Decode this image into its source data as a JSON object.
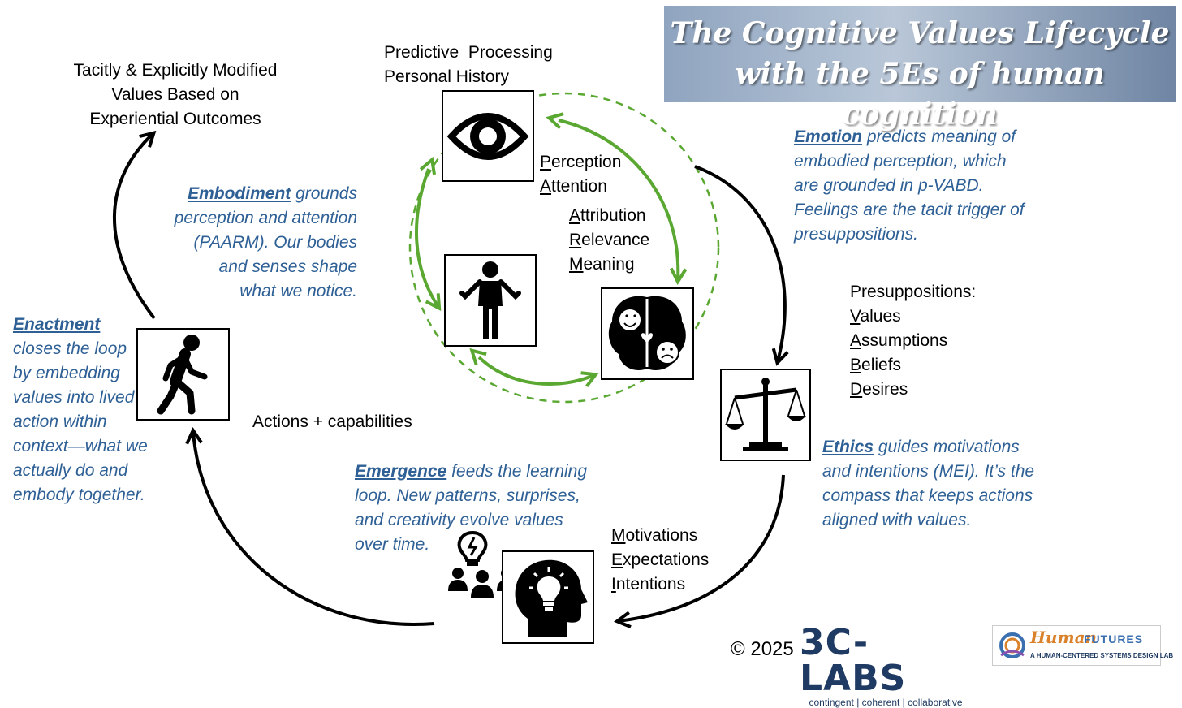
{
  "title": {
    "line1": "The Cognitive Values Lifecycle",
    "line2": "with the 5Es of human cognition"
  },
  "tacit": {
    "line1": "Tacitly & Explicitly Modified",
    "line2": "Values Based on",
    "line3": "Experiential Outcomes"
  },
  "predictive": {
    "line1": "Predictive  Processing",
    "line2": "Personal History"
  },
  "perception": [
    {
      "first": "P",
      "rest": "erception"
    },
    {
      "first": "A",
      "rest": "ttention"
    }
  ],
  "attribution": [
    {
      "first": "A",
      "rest": "ttribution"
    },
    {
      "first": "R",
      "rest": "elevance"
    },
    {
      "first": "M",
      "rest": "eaning"
    }
  ],
  "presuppositions": {
    "heading": "Presuppositions:",
    "items": [
      {
        "first": "V",
        "rest": "alues"
      },
      {
        "first": "A",
        "rest": "ssumptions"
      },
      {
        "first": "B",
        "rest": "eliefs"
      },
      {
        "first": "D",
        "rest": "esires"
      }
    ]
  },
  "mei": [
    {
      "first": "M",
      "rest": "otivations"
    },
    {
      "first": "E",
      "rest": "xpectations"
    },
    {
      "first": "I",
      "rest": "ntentions"
    }
  ],
  "actions": "Actions + capabilities",
  "embodiment": {
    "term": "Embodiment",
    "l1": " grounds",
    "l2": "perception and attention",
    "l3": "(PAARM). Our bodies",
    "l4": "and senses shape",
    "l5": "what we notice."
  },
  "emotion": {
    "term": "Emotion",
    "l1": " predicts meaning of",
    "l2": "embodied perception, which",
    "l3": "are grounded in p-VABD.",
    "l4": "Feelings are the tacit trigger of",
    "l5": "presuppositions."
  },
  "enactment": {
    "term": "Enactment",
    "l2": "closes the loop",
    "l3": "by embedding",
    "l4": "values into lived",
    "l5": "action within",
    "l6": "context—what we",
    "l7": "actually do and",
    "l8": "embody together."
  },
  "emergence": {
    "term": "Emergence",
    "l1": " feeds the learning",
    "l2": "loop. New patterns, surprises,",
    "l3": "and creativity evolve values",
    "l4": "over time."
  },
  "ethics": {
    "term": "Ethics",
    "l1": " guides motivations",
    "l2": "and intentions (MEI). It’s the",
    "l3": "compass that keeps actions",
    "l4": "aligned with values."
  },
  "footer": {
    "copyright": "© 2025",
    "logo_3c": "3C-LABS",
    "logo_3c_sub": "contingent | coherent | collaborative",
    "hf_human": "Human",
    "hf_futures": "FUTURES",
    "hf_sub": "A HUMAN-CENTERED SYSTEMS DESIGN LAB"
  },
  "colors": {
    "green": "#5aa832",
    "blue_text": "#2e6096",
    "title_bg": "#8fa4bf",
    "logo_navy": "#1f3b63"
  },
  "icons": [
    "eye-icon",
    "person-shrug-icon",
    "brain-emotion-icon",
    "scales-icon",
    "head-lightbulb-icon",
    "team-idea-icon",
    "walking-person-icon"
  ]
}
